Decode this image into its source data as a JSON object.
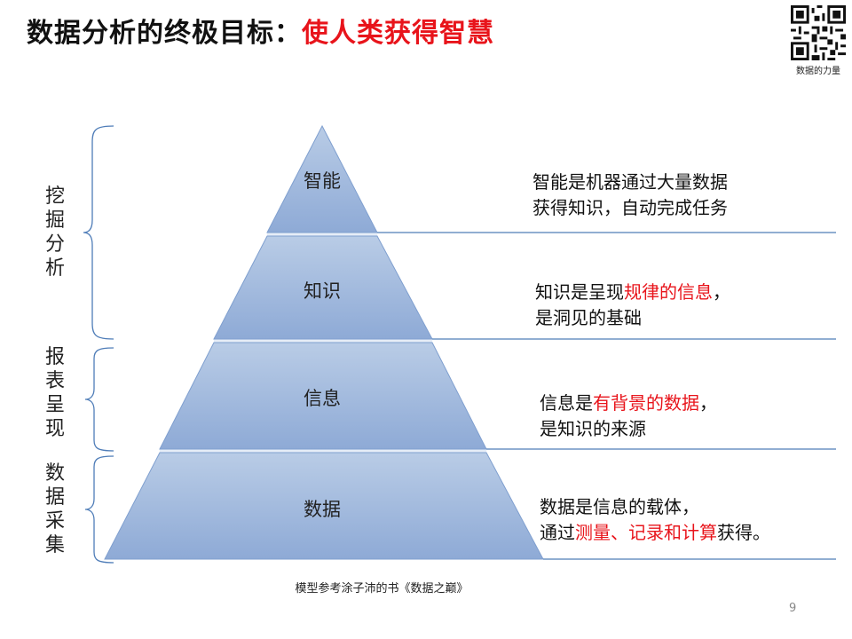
{
  "header": {
    "title_black": "数据分析的终极目标：",
    "title_red": "使人类获得智慧"
  },
  "qr": {
    "caption": "数据的力量"
  },
  "pyramid": {
    "levels": [
      {
        "label": "智能"
      },
      {
        "label": "知识"
      },
      {
        "label": "信息"
      },
      {
        "label": "数据"
      }
    ]
  },
  "descriptions": [
    {
      "line1": "智能是机器通过大量数据",
      "line2": "获得知识，自动完成任务"
    },
    {
      "line1_a": "知识是呈现",
      "line1_red": "规律的信息",
      "line1_b": "，",
      "line2": "是洞见的基础"
    },
    {
      "line1_a": "信息是",
      "line1_red": "有背景的数据",
      "line1_b": "，",
      "line2": "是知识的来源"
    },
    {
      "line1": "数据是信息的载体，",
      "line2_a": "通过",
      "line2_red": "测量、记录和计算",
      "line2_b": "获得。"
    }
  ],
  "side_groups": [
    {
      "chars": [
        "挖",
        "掘",
        "分",
        "析"
      ]
    },
    {
      "chars": [
        "报",
        "表",
        "呈",
        "现"
      ]
    },
    {
      "chars": [
        "数",
        "据",
        "采",
        "集"
      ]
    }
  ],
  "footer": {
    "caption": "模型参考涂子沛的书《数据之巅》",
    "page_number": "9"
  },
  "colors": {
    "accent_red": "#e8141b",
    "pyramid_fill_light": "#b9cce6",
    "pyramid_fill_dark": "#7f9fcf",
    "line_blue": "#4f7db8"
  }
}
